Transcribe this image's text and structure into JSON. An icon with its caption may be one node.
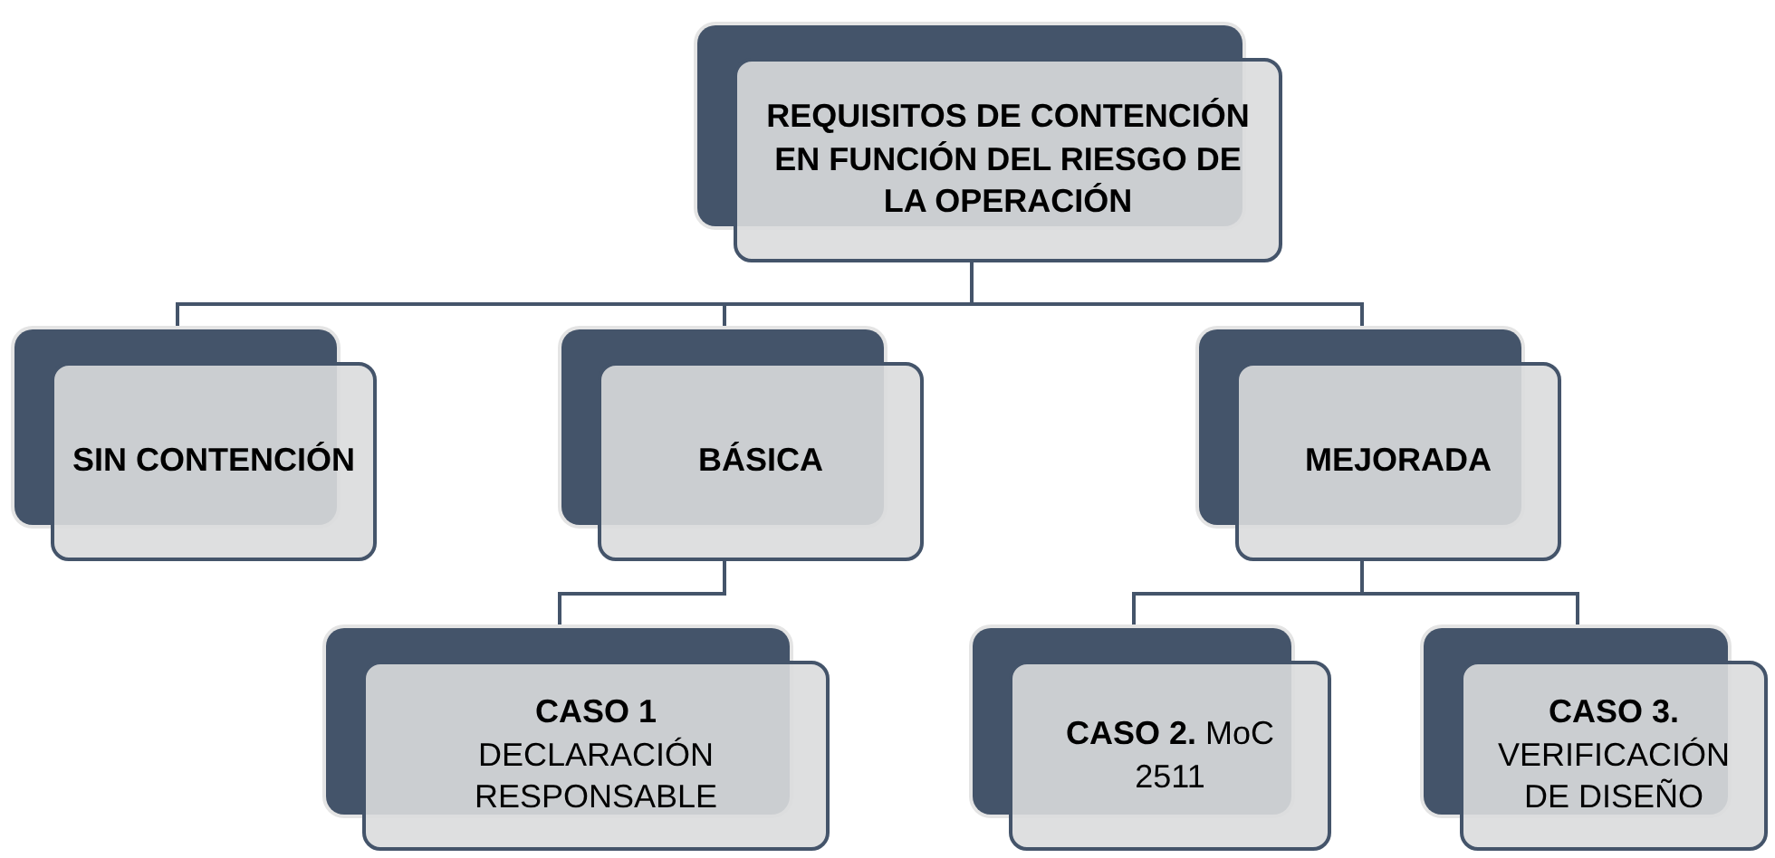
{
  "diagram": {
    "nodes": [
      {
        "text": [
          "REQUISITOS DE CONTENCIÓN EN FUNCIÓN DEL RIESGO DE LA OPERACIÓN"
        ]
      },
      {
        "text": [
          "SIN CONTENCIÓN"
        ]
      },
      {
        "text": [
          "BÁSICA"
        ]
      },
      {
        "text": [
          "MEJORADA"
        ]
      },
      {
        "text": [
          "CASO 1",
          "DECLARACIÓN RESPONSABLE"
        ]
      },
      {
        "text": [
          "**CASO 2.** MoC 2511"
        ]
      },
      {
        "text": [
          "**CASO 3.** VERIFICACIÓN DE DISEÑO"
        ]
      }
    ],
    "edges": [
      {
        "from": 0,
        "to": 1,
        "arrow": "none"
      },
      {
        "from": 0,
        "to": 2,
        "arrow": "none"
      },
      {
        "from": 0,
        "to": 3,
        "arrow": "none"
      },
      {
        "from": 2,
        "to": 4,
        "arrow": "none"
      },
      {
        "from": 3,
        "to": 5,
        "arrow": "none"
      },
      {
        "from": 3,
        "to": 6,
        "arrow": "none"
      }
    ]
  }
}
